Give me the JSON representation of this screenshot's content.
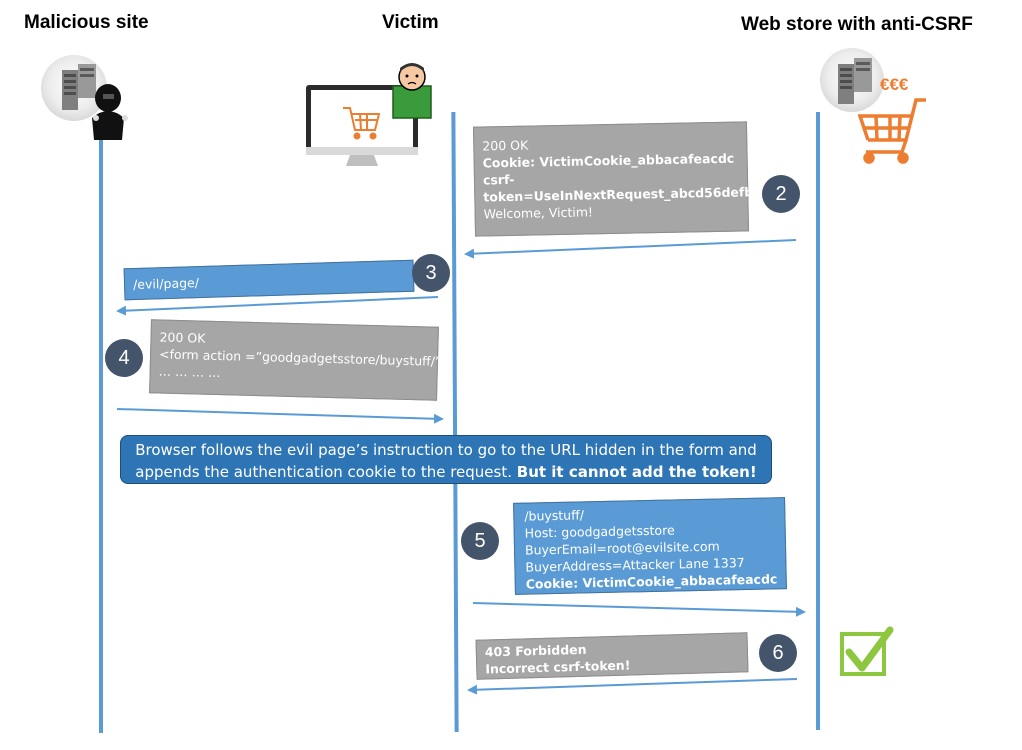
{
  "headers": {
    "malicious": "Malicious site",
    "victim": "Victim",
    "store": "Web store with anti-CSRF"
  },
  "store_currency": "€€€",
  "messages": {
    "m2": {
      "step": "2",
      "lines": [
        "200 OK",
        "Cookie: VictimCookie_abbacafeacdc",
        "csrf-",
        "token=UseInNextRequest_abcd56defb",
        "Welcome, Victim!"
      ]
    },
    "m3": {
      "step": "3",
      "lines": [
        "/evil/page/"
      ]
    },
    "m4": {
      "step": "4",
      "lines": [
        "200 OK",
        "<form action =”goodgadgetsstore/buystuff/”",
        "… … … …"
      ]
    },
    "m5": {
      "step": "5",
      "lines": [
        "/buystuff/",
        "Host: goodgadgetsstore",
        "BuyerEmail=root@evilsite.com",
        "BuyerAddress=Attacker Lane 1337",
        "Cookie: VictimCookie_abbacafeacdc"
      ]
    },
    "m6": {
      "step": "6",
      "lines": [
        "403 Forbidden",
        "Incorrect csrf-token!"
      ]
    }
  },
  "banner": {
    "text_part1": "Browser follows the evil page’s instruction to go to the URL hidden in the form and appends the authentication cookie to the request. ",
    "text_bold": "But it cannot add the token!"
  },
  "colors": {
    "lifeline": "#5b9bd5",
    "gray_note": "#a6a6a6",
    "blue_note": "#5b9bd5",
    "step_circle": "#44546a",
    "banner": "#2e75b6",
    "cart": "#ed7d31",
    "check": "#8dc63f"
  },
  "icons": [
    "server-icon",
    "hacker-icon",
    "monitor-icon",
    "victim-person-icon",
    "shopping-cart-icon",
    "checkmark-icon"
  ]
}
